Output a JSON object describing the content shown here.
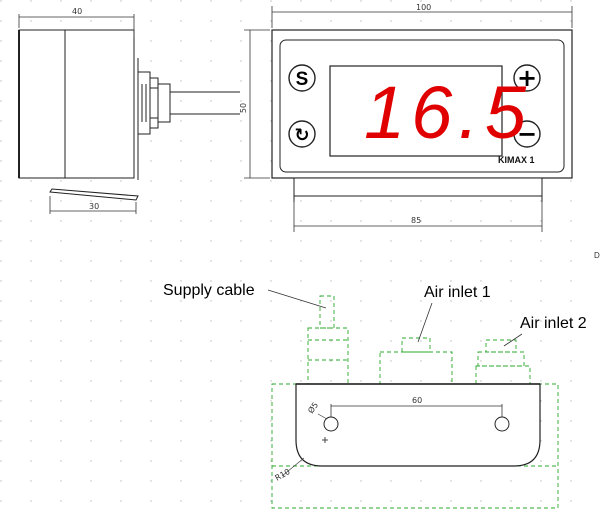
{
  "dimensions": {
    "side_width": "40",
    "side_depth": "30",
    "front_width": "100",
    "front_height": "50",
    "base_width": "85",
    "hole_spacing": "60",
    "hole_diameter": "Ø5",
    "corner_radius": "R10"
  },
  "display": {
    "reading": "16.5",
    "brand": "KIMAX 1",
    "buttons": {
      "top_left": "S",
      "bottom_left": "↻",
      "top_right": "+",
      "bottom_right": "−"
    }
  },
  "callouts": {
    "supply_cable": "Supply cable",
    "air_inlet_1": "Air inlet 1",
    "air_inlet_2": "Air inlet 2",
    "edge_letter": "D"
  },
  "colors": {
    "digit_red": "#e00000",
    "hidden_green": "#2aa82a",
    "line": "#222222"
  }
}
